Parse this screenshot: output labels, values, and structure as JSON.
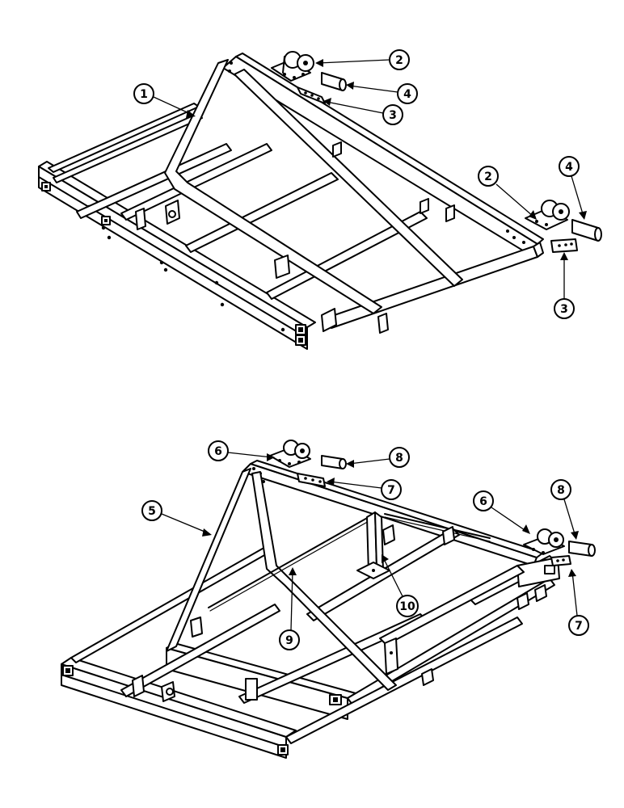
{
  "callouts": {
    "c1": "1",
    "c2a": "2",
    "c2b": "2",
    "c3a": "3",
    "c3b": "3",
    "c4a": "4",
    "c4b": "4",
    "c5": "5",
    "c6a": "6",
    "c6b": "6",
    "c7a": "7",
    "c7b": "7",
    "c8a": "8",
    "c8b": "8",
    "c9": "9",
    "c10": "10"
  }
}
